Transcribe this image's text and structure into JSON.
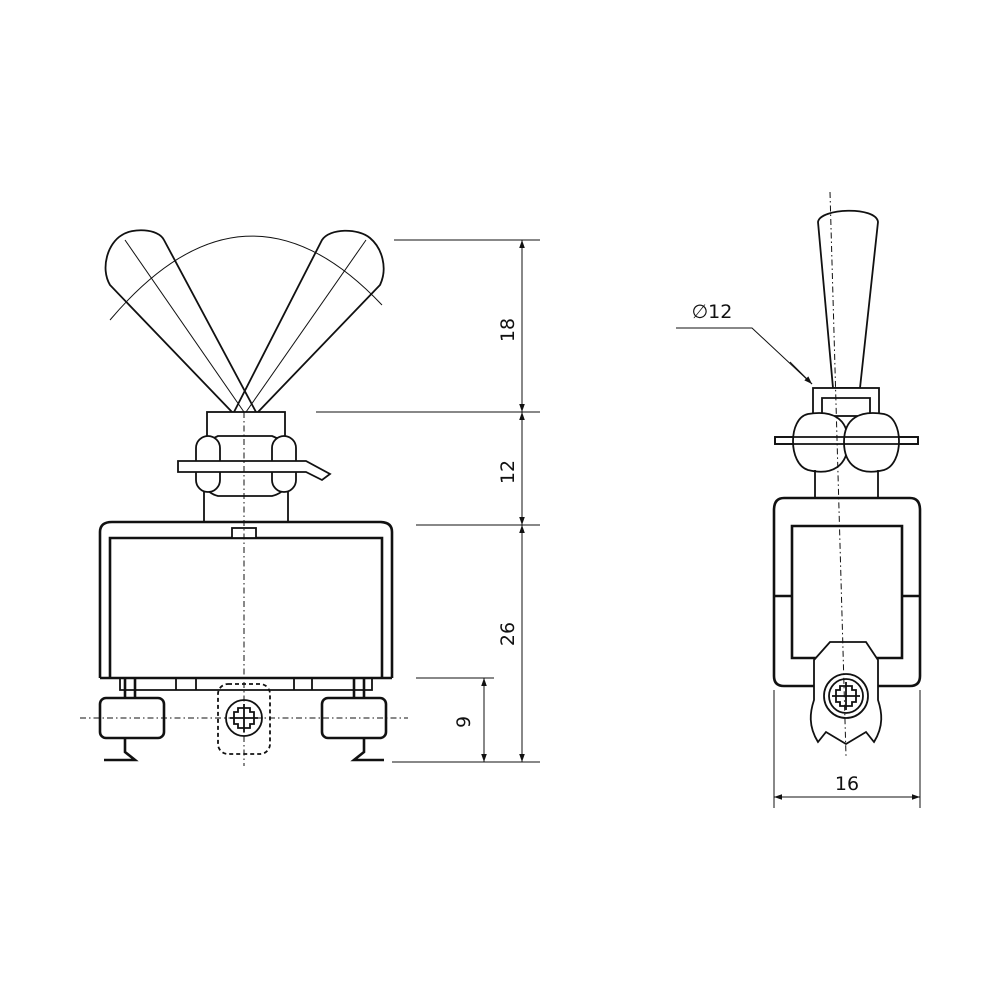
{
  "colors": {
    "ink": "#111111",
    "paper": "#ffffff"
  },
  "dimensions": {
    "lever_swing_height": "18",
    "bushing_height": "12",
    "body_height": "26",
    "terminal_height": "9",
    "bushing_diameter": "∅12",
    "body_width": "16"
  }
}
